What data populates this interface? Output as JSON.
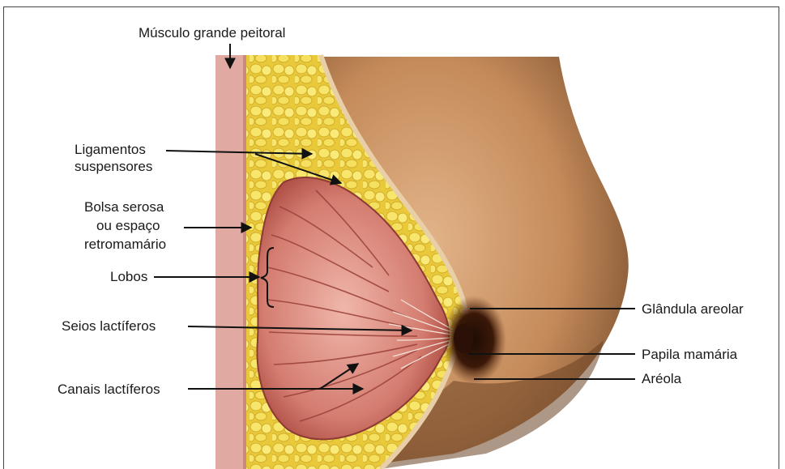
{
  "labels": {
    "musculo": "Músculo grande peitoral",
    "ligamentos": [
      "Ligamentos",
      "suspensores"
    ],
    "bolsa": [
      "Bolsa serosa",
      "ou espaço",
      "retromamário"
    ],
    "lobos": "Lobos",
    "seios": "Seios lactíferos",
    "canais": "Canais lactíferos",
    "glandula": "Glândula areolar",
    "papila": "Papila mamária",
    "areola": "Aréola"
  },
  "colors": {
    "muscle": "#e0a9a2",
    "fat": "#f2dc4a",
    "gland": "#c96a5f",
    "skin": "#c48a5a",
    "areola": "#3a1808"
  }
}
